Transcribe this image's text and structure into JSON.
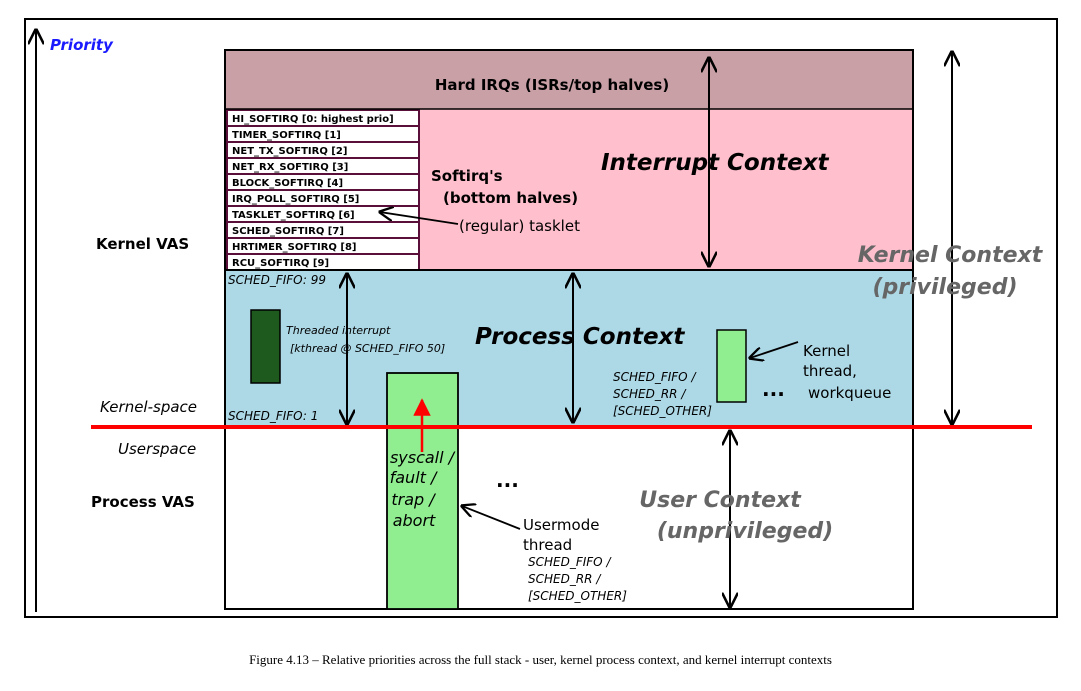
{
  "diagram": {
    "priority_label": "Priority",
    "hard_irqs": "Hard IRQs (ISRs/top halves)",
    "softirqs": [
      "HI_SOFTIRQ [0: highest prio]",
      "TIMER_SOFTIRQ [1]",
      "NET_TX_SOFTIRQ [2]",
      "NET_RX_SOFTIRQ [3]",
      "BLOCK_SOFTIRQ [4]",
      "IRQ_POLL_SOFTIRQ [5]",
      "TASKLET_SOFTIRQ [6]",
      "SCHED_SOFTIRQ [7]",
      "HRTIMER_SOFTIRQ [8]",
      "RCU_SOFTIRQ [9]"
    ],
    "softirq_title_line1": "Softirq's",
    "softirq_title_line2": "(bottom halves)",
    "tasklet_label": "(regular) tasklet",
    "interrupt_context": "Interrupt Context",
    "kernel_context_line1": "Kernel Context",
    "kernel_context_line2": "(privileged)",
    "kernel_vas": "Kernel VAS",
    "sched_fifo_99": "SCHED_FIFO: 99",
    "sched_fifo_1": "SCHED_FIFO:  1",
    "threaded_irq_line1": "Threaded interrupt",
    "threaded_irq_line2": "[kthread @ SCHED_FIFO 50]",
    "process_context": "Process Context",
    "kthread_sched_line1": "SCHED_FIFO /",
    "kthread_sched_line2": "SCHED_RR   /",
    "kthread_sched_line3": "[SCHED_OTHER]",
    "kernel_thread_line1": "Kernel",
    "kernel_thread_line2": "thread,",
    "kernel_thread_line3": "workqueue",
    "ellipsis": "...",
    "kernel_space": "Kernel-space",
    "userspace": "Userspace",
    "process_vas": "Process VAS",
    "syscall_line1": "syscall /",
    "syscall_line2": "fault /",
    "syscall_line3": "trap /",
    "syscall_line4": "abort",
    "user_context_line1": "User Context",
    "user_context_line2": "(unprivileged)",
    "usermode_line1": "Usermode",
    "usermode_line2": "thread",
    "user_sched_line1": "SCHED_FIFO /",
    "user_sched_line2": "SCHED_RR   /",
    "user_sched_line3": "[SCHED_OTHER]",
    "colors": {
      "hard_irq": "#c9a0a6",
      "interrupt": "#ffbfcc",
      "process": "#add8e6",
      "thread_green": "#90ee90",
      "dark_green": "#1e5a1e",
      "red_line": "#ff0000",
      "softirq_border": "#5a0f3a",
      "priority_blue": "#1a1aff",
      "context_gray": "#666666"
    }
  },
  "caption": "Figure 4.13 – Relative priorities across the full stack - user, kernel process context, and kernel interrupt contexts"
}
